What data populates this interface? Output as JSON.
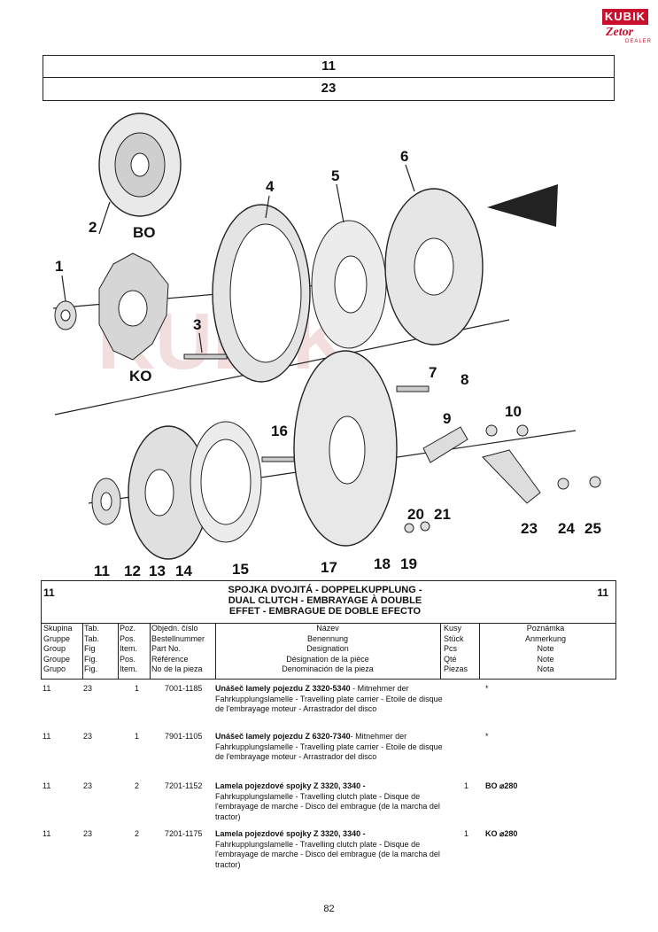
{
  "logo": {
    "brand": "KUBIK",
    "sub": "Zetor",
    "dealer": "DEALER"
  },
  "header": {
    "group": "11",
    "table": "23"
  },
  "watermark": "KUBIK",
  "callouts": {
    "n1": "1",
    "n2": "2",
    "n3": "3",
    "n4": "4",
    "n5": "5",
    "n6": "6",
    "n7": "7",
    "n8": "8",
    "n9": "9",
    "n10": "10",
    "n11": "11",
    "n12": "12",
    "n13": "13",
    "n14": "14",
    "n15": "15",
    "n16": "16",
    "n17": "17",
    "n18": "18",
    "n19": "19",
    "n20": "20",
    "n21": "21",
    "n23": "23",
    "n24": "24",
    "n25": "25",
    "bo": "BO",
    "ko": "KO"
  },
  "table": {
    "group_left": "11",
    "group_right": "11",
    "title_lines": [
      "SPOJKA DVOJITÁ - DOPPELKUPPLUNG -",
      "DUAL CLUTCH - EMBRAYAGE À DOUBLE",
      "EFFET - EMBRAGUE DE DOBLE EFECTO"
    ],
    "columns": {
      "skupina": [
        "Skupina",
        "Gruppe",
        "Group",
        "Groupe",
        "Grupo"
      ],
      "tab": [
        "Tab.",
        "Tab.",
        "Fig",
        "Fig.",
        "Fig."
      ],
      "poz": [
        "Poz.",
        "Pos.",
        "Item.",
        "Pos.",
        "Item."
      ],
      "cislo": [
        "Objedn. číslo",
        "Bestellnummer",
        "Part No.",
        "Référence",
        "No de la pieza"
      ],
      "nazev": [
        "Název",
        "Benennung",
        "Designation",
        "Désignation de la pièce",
        "Denominación de la pieza"
      ],
      "kusy": [
        "Kusy",
        "Stück",
        "Pcs",
        "Qté",
        "Piezas"
      ],
      "poznamka": [
        "Poznámka",
        "Anmerkung",
        "Note",
        "Note",
        "Nota"
      ]
    }
  },
  "rows": [
    {
      "group": "11",
      "tab": "23",
      "pos": "1",
      "part": "7001-1185",
      "bold": "Unášeč lamely pojezdu Z 3320-5340",
      "desc": " - Mitnehmer der Fahrkupplungslamelle - Travelling plate carrier - Etoile de disque de l'embrayage moteur - Arrastrador del disco",
      "qty": "",
      "note": "*"
    },
    {
      "group": "11",
      "tab": "23",
      "pos": "1",
      "part": "7901-1105",
      "bold": "Unášeč lamely pojezdu Z 6320-7340",
      "desc": "- Mitnehmer der Fahrkupplungslamelle - Travelling plate carrier - Etoile de disque de l'embrayage moteur - Arrastrador del disco",
      "qty": "",
      "note": "*"
    },
    {
      "group": "11",
      "tab": "23",
      "pos": "2",
      "part": "7201-1152",
      "bold": "Lamela pojezdové spojky Z 3320, 3340 -",
      "desc": " Fahrkupplungslamelle - Travelling clutch plate - Disque de l'embrayage de marche - Disco del embrague (de la marcha del tractor)",
      "qty": "1",
      "note": "BO ⌀280"
    },
    {
      "group": "11",
      "tab": "23",
      "pos": "2",
      "part": "7201-1175",
      "bold": "Lamela pojezdové spojky Z 3320, 3340 -",
      "desc": " Fahrkupplungslamelle - Travelling clutch plate - Disque de l'embrayage de marche - Disco del embrague (de la marcha del tractor)",
      "qty": "1",
      "note": "KO ⌀280"
    }
  ],
  "page_number": "82"
}
